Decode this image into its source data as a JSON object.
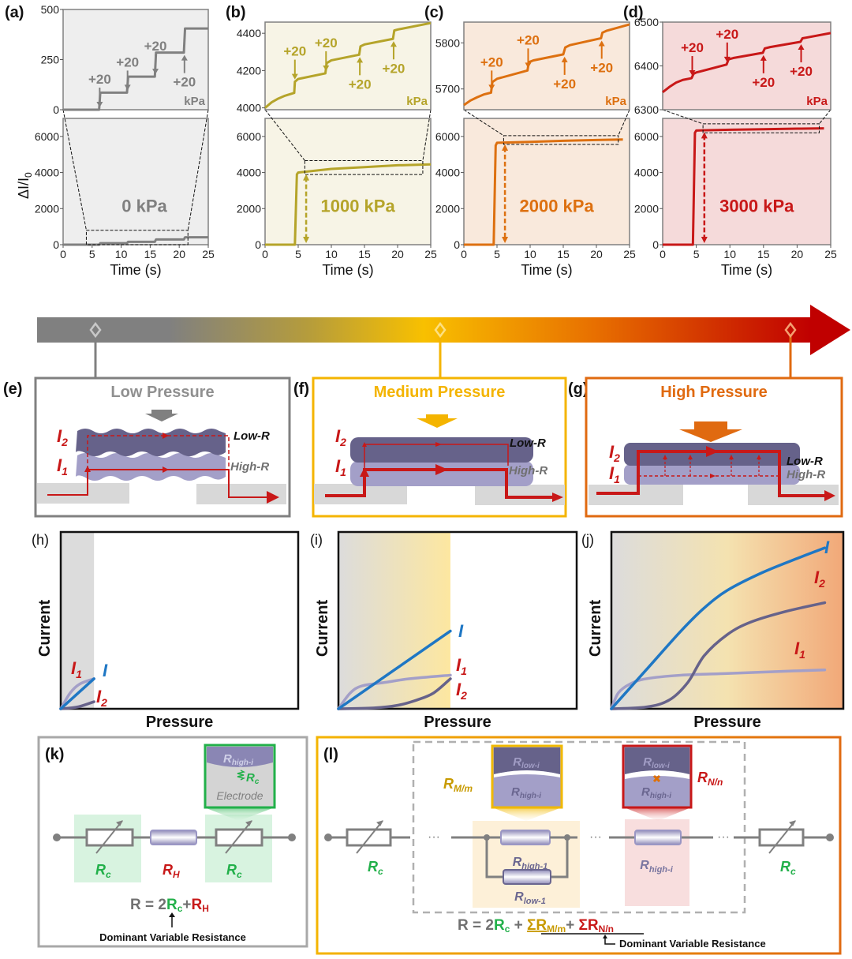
{
  "colors": {
    "gray": "#808080",
    "olive": "#b5a42a",
    "orange": "#dd7010",
    "red": "#c81818",
    "blue": "#1f77c4",
    "green": "#22b04a",
    "purple_dark": "#66628a",
    "purple_light": "#a39fc8",
    "gold": "#f0b800",
    "high_orange": "#e06a10"
  },
  "chart_data": [
    {
      "id": "a",
      "panel_label": "(a)",
      "type": "line",
      "title": "0 kPa",
      "xlabel": "Time (s)",
      "ylabel": "ΔI/I0",
      "xlim": [
        0,
        25
      ],
      "ylim": [
        0,
        7000
      ],
      "xticks": [
        "0",
        "5",
        "10",
        "15",
        "20",
        "25"
      ],
      "yticks": [
        "0",
        "2000",
        "4000",
        "6000"
      ],
      "color": "#808080",
      "bg": "#eeeeee",
      "x": [
        0,
        6.2,
        6.4,
        11,
        11.2,
        15.8,
        16,
        20.8,
        21,
        25
      ],
      "y": [
        0,
        0,
        80,
        80,
        160,
        160,
        290,
        290,
        410,
        410
      ],
      "inset": {
        "xlim": [
          0,
          25
        ],
        "ylim": [
          0,
          500
        ],
        "yticks": [
          "0",
          "250",
          "500"
        ],
        "unit": "kPa",
        "zoom_x": [
          4,
          21.5
        ],
        "steps": [
          {
            "t": 6.3,
            "label": "+20",
            "dir": "down"
          },
          {
            "t": 11.1,
            "label": "+20",
            "dir": "down"
          },
          {
            "t": 15.9,
            "label": "+20",
            "dir": "down"
          },
          {
            "t": 20.9,
            "label": "+20",
            "dir": "up"
          }
        ],
        "x": [
          0,
          6.2,
          6.4,
          11,
          11.2,
          15.8,
          16,
          20.8,
          21,
          25
        ],
        "y": [
          0,
          0,
          85,
          85,
          165,
          165,
          285,
          285,
          405,
          405
        ]
      }
    },
    {
      "id": "b",
      "panel_label": "(b)",
      "type": "line",
      "title": "1000 kPa",
      "xlabel": "Time (s)",
      "ylabel": "",
      "xlim": [
        0,
        25
      ],
      "ylim": [
        0,
        7000
      ],
      "xticks": [
        "0",
        "5",
        "10",
        "15",
        "20",
        "25"
      ],
      "yticks": [
        "0",
        "2000",
        "4000",
        "6000"
      ],
      "color": "#b5a42a",
      "bg": "#f7f4e6",
      "x": [
        0,
        4.5,
        4.8,
        5,
        10,
        15,
        20,
        25
      ],
      "y": [
        0,
        0,
        3900,
        4000,
        4200,
        4300,
        4400,
        4450
      ],
      "inset": {
        "xlim": [
          0,
          25
        ],
        "ylim": [
          3990,
          4460
        ],
        "yticks": [
          "4000",
          "4200",
          "4400"
        ],
        "unit": "kPa",
        "zoom_x": [
          6,
          23.8
        ],
        "steps": [
          {
            "t": 4.5,
            "label": "+20",
            "dir": "down"
          },
          {
            "t": 9.2,
            "label": "+20",
            "dir": "down"
          },
          {
            "t": 14.3,
            "label": "+20",
            "dir": "up"
          },
          {
            "t": 19.4,
            "label": "+20",
            "dir": "up"
          }
        ],
        "x": [
          0,
          1,
          2,
          3,
          4.4,
          4.5,
          5,
          9.1,
          9.3,
          10,
          14.2,
          14.4,
          15,
          19.3,
          19.5,
          20,
          25
        ],
        "y": [
          4000,
          4030,
          4050,
          4065,
          4080,
          4140,
          4155,
          4185,
          4240,
          4255,
          4285,
          4330,
          4340,
          4370,
          4415,
          4420,
          4455
        ]
      }
    },
    {
      "id": "c",
      "panel_label": "(c)",
      "type": "line",
      "title": "2000 kPa",
      "xlabel": "Time (s)",
      "ylabel": "",
      "xlim": [
        0,
        25
      ],
      "ylim": [
        0,
        7000
      ],
      "xticks": [
        "0",
        "5",
        "10",
        "15",
        "20",
        "25"
      ],
      "yticks": [
        "0",
        "2000",
        "4000",
        "6000"
      ],
      "color": "#dd7010",
      "bg": "#f9e9dc",
      "x": [
        0,
        4.5,
        4.8,
        5,
        10,
        15,
        20,
        24
      ],
      "y": [
        0,
        0,
        5500,
        5650,
        5700,
        5760,
        5800,
        5830
      ],
      "inset": {
        "xlim": [
          0,
          25
        ],
        "ylim": [
          5655,
          5845
        ],
        "yticks": [
          "5700",
          "5800"
        ],
        "unit": "kPa",
        "zoom_x": [
          6,
          23.3
        ],
        "steps": [
          {
            "t": 4.2,
            "label": "+20",
            "dir": "down"
          },
          {
            "t": 9.7,
            "label": "+20",
            "dir": "down"
          },
          {
            "t": 15.2,
            "label": "+20",
            "dir": "up"
          },
          {
            "t": 20.8,
            "label": "+20",
            "dir": "up"
          }
        ],
        "x": [
          0,
          1,
          2,
          3,
          4.1,
          4.3,
          5,
          9.6,
          9.8,
          10.5,
          15,
          15.3,
          16,
          20.7,
          20.9,
          21.5,
          25
        ],
        "y": [
          5665,
          5675,
          5682,
          5688,
          5692,
          5715,
          5722,
          5740,
          5758,
          5762,
          5775,
          5790,
          5795,
          5810,
          5822,
          5826,
          5840
        ]
      }
    },
    {
      "id": "d",
      "panel_label": "(d)",
      "type": "line",
      "title": "3000 kPa",
      "xlabel": "Time (s)",
      "ylabel": "",
      "xlim": [
        0,
        25
      ],
      "ylim": [
        0,
        7000
      ],
      "xticks": [
        "0",
        "5",
        "10",
        "15",
        "20",
        "25"
      ],
      "yticks": [
        "0",
        "2000",
        "4000",
        "6000"
      ],
      "color": "#c81818",
      "bg": "#f5dada",
      "x": [
        0,
        4.5,
        4.8,
        5,
        10,
        15,
        20,
        24
      ],
      "y": [
        0,
        0,
        6200,
        6330,
        6370,
        6400,
        6430,
        6450
      ],
      "inset": {
        "xlim": [
          0,
          25
        ],
        "ylim": [
          6300,
          6500
        ],
        "yticks": [
          "6300",
          "6400",
          "6500"
        ],
        "unit": "kPa",
        "zoom_x": [
          6,
          23.3
        ],
        "steps": [
          {
            "t": 4.4,
            "label": "+20",
            "dir": "down"
          },
          {
            "t": 9.6,
            "label": "+20",
            "dir": "down"
          },
          {
            "t": 15,
            "label": "+20",
            "dir": "up"
          },
          {
            "t": 20.6,
            "label": "+20",
            "dir": "up"
          }
        ],
        "x": [
          0,
          1,
          2,
          3,
          4.3,
          4.6,
          5,
          9.5,
          9.8,
          10.5,
          14.9,
          15.2,
          16,
          20.5,
          20.8,
          21.5,
          25
        ],
        "y": [
          6340,
          6352,
          6362,
          6368,
          6372,
          6382,
          6385,
          6403,
          6415,
          6418,
          6430,
          6440,
          6443,
          6455,
          6463,
          6465,
          6475
        ]
      }
    },
    {
      "id": "h",
      "panel_label": "(h)",
      "type": "line",
      "xlabel": "Pressure",
      "ylabel": "Current",
      "xlim": [
        0,
        1
      ],
      "ylim": [
        0,
        1
      ],
      "shaded_to": 0.14,
      "series": [
        {
          "name": "I",
          "label": "I",
          "color": "#1f77c4",
          "x": [
            0,
            0.14
          ],
          "y": [
            0,
            0.17
          ]
        },
        {
          "name": "I1",
          "label": "I1",
          "color": "#a39fc8",
          "x": [
            0,
            0.04,
            0.08,
            0.14
          ],
          "y": [
            0,
            0.09,
            0.14,
            0.17
          ]
        },
        {
          "name": "I2",
          "label": "I2",
          "color": "#66628a",
          "x": [
            0,
            0.07,
            0.14
          ],
          "y": [
            0,
            0.01,
            0.04
          ]
        }
      ]
    },
    {
      "id": "i",
      "panel_label": "(i)",
      "type": "line",
      "xlabel": "Pressure",
      "ylabel": "Current",
      "xlim": [
        0,
        1
      ],
      "ylim": [
        0,
        1
      ],
      "shaded_to": 0.47,
      "series": [
        {
          "name": "I",
          "label": "I",
          "color": "#1f77c4",
          "x": [
            0,
            0.47
          ],
          "y": [
            0,
            0.44
          ]
        },
        {
          "name": "I1",
          "label": "I1",
          "color": "#a39fc8",
          "x": [
            0,
            0.05,
            0.1,
            0.2,
            0.3,
            0.47
          ],
          "y": [
            0,
            0.09,
            0.13,
            0.15,
            0.17,
            0.19
          ]
        },
        {
          "name": "I2",
          "label": "I2",
          "color": "#66628a",
          "x": [
            0,
            0.15,
            0.25,
            0.33,
            0.4,
            0.47
          ],
          "y": [
            0,
            0.005,
            0.02,
            0.05,
            0.09,
            0.17
          ]
        }
      ]
    },
    {
      "id": "j",
      "panel_label": "(j)",
      "type": "line",
      "xlabel": "Pressure",
      "ylabel": "Current",
      "xlim": [
        0,
        1
      ],
      "ylim": [
        0,
        1
      ],
      "shaded_to": 1.0,
      "series": [
        {
          "name": "I",
          "label": "I",
          "color": "#1f77c4",
          "x": [
            0,
            0.15,
            0.3,
            0.4,
            0.5,
            0.65,
            0.8,
            0.92
          ],
          "y": [
            0,
            0.22,
            0.44,
            0.57,
            0.67,
            0.77,
            0.85,
            0.91
          ]
        },
        {
          "name": "I2",
          "label": "I2",
          "color": "#66628a",
          "x": [
            0,
            0.15,
            0.25,
            0.33,
            0.4,
            0.5,
            0.6,
            0.75,
            0.92
          ],
          "y": [
            0,
            0.01,
            0.05,
            0.15,
            0.3,
            0.42,
            0.49,
            0.55,
            0.6
          ]
        },
        {
          "name": "I1",
          "label": "I1",
          "color": "#a39fc8",
          "x": [
            0,
            0.03,
            0.08,
            0.15,
            0.3,
            0.5,
            0.7,
            0.92
          ],
          "y": [
            0,
            0.09,
            0.14,
            0.17,
            0.19,
            0.2,
            0.21,
            0.22
          ]
        }
      ]
    }
  ],
  "pressure_bar": {
    "stops": [
      "#808080",
      "#b09a3a",
      "#f8c000",
      "#e87000",
      "#c00000"
    ]
  },
  "mechanism": [
    {
      "label": "(e)",
      "title": "Low Pressure",
      "low_r": "Low-R",
      "high_r": "High-R",
      "i2": "I",
      "i2_sub": "2",
      "i1": "I",
      "i1_sub": "1"
    },
    {
      "label": "(f)",
      "title": "Medium Pressure",
      "low_r": "Low-R",
      "high_r": "High-R",
      "i2": "I",
      "i2_sub": "2",
      "i1": "I",
      "i1_sub": "1"
    },
    {
      "label": "(g)",
      "title": "High Pressure",
      "low_r": "Low-R",
      "high_r": "High-R",
      "i2": "I",
      "i2_sub": "2",
      "i1": "I",
      "i1_sub": "1"
    }
  ],
  "circuit_k": {
    "label": "(k)",
    "inset_top": "R",
    "inset_top_sub": "high-i",
    "inset_rc": "R",
    "inset_rc_sub": "c",
    "inset_bottom": "Electrode",
    "rc_left": "R",
    "rc_left_sub": "c",
    "rh": "R",
    "rh_sub": "H",
    "rc_right": "R",
    "rc_right_sub": "c",
    "eq_prefix": "R = 2",
    "eq_rc": "R",
    "eq_rc_sub": "c",
    "eq_plus": "+",
    "eq_rh": "R",
    "eq_rh_sub": "H",
    "note": "Dominant Variable Resistance"
  },
  "circuit_l": {
    "label": "(l)",
    "rm": "R",
    "rm_sub": "M/m",
    "rn": "R",
    "rn_sub": "N/n",
    "inset1_top": "R",
    "inset1_top_sub": "low-i",
    "inset1_bottom": "R",
    "inset1_bottom_sub": "high-i",
    "inset2_top": "R",
    "inset2_top_sub": "low-i",
    "inset2_bottom": "R",
    "inset2_bottom_sub": "high-i",
    "r_high1": "R",
    "r_high1_sub": "high-1",
    "r_low1": "R",
    "r_low1_sub": "low-1",
    "r_highi": "R",
    "r_highi_sub": "high-i",
    "rc_left": "R",
    "rc_left_sub": "c",
    "rc_right": "R",
    "rc_right_sub": "c",
    "dots": "···",
    "eq_prefix": "R = 2",
    "eq_rc": "R",
    "eq_rc_sub": "c",
    "eq_plus1": " + ",
    "eq_sum_m": "ΣR",
    "eq_sum_m_sub": "M/m",
    "eq_plus2": "+ ",
    "eq_sum_n": "ΣR",
    "eq_sum_n_sub": "N/n",
    "note": "Dominant Variable Resistance"
  }
}
